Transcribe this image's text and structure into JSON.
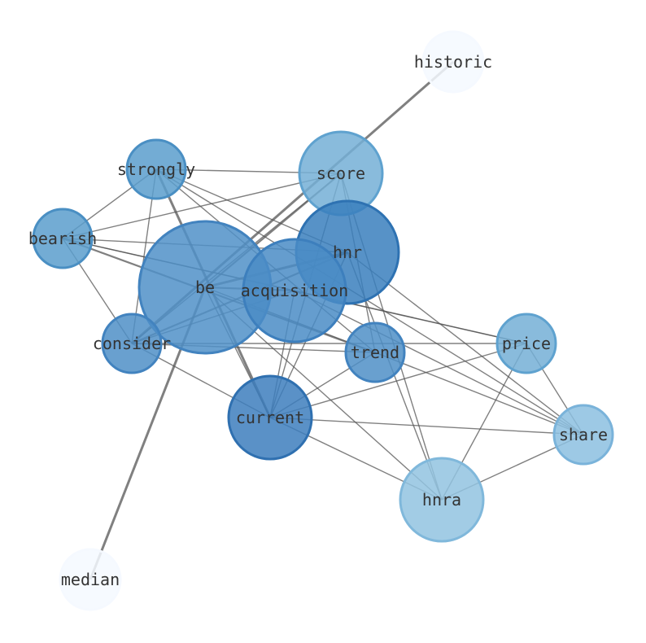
{
  "nodes": [
    {
      "id": "historic",
      "label": "historic",
      "color": "#f5f9ff",
      "ring": "#f5f9ff"
    },
    {
      "id": "strongly",
      "label": "strongly",
      "color": "#5b9dcc",
      "ring": "#4a8fc3"
    },
    {
      "id": "score",
      "label": "score",
      "color": "#74afd6",
      "ring": "#5fa2cf"
    },
    {
      "id": "bearish",
      "label": "bearish",
      "color": "#5b9dcc",
      "ring": "#4a8fc3"
    },
    {
      "id": "hnr",
      "label": "hnr",
      "color": "#3a7fbd",
      "ring": "#2e72b2"
    },
    {
      "id": "be",
      "label": "be",
      "color": "#5090c8",
      "ring": "#4283bf"
    },
    {
      "id": "acquisition",
      "label": "acquisition",
      "color": "#4a8cc6",
      "ring": "#3d7fbd"
    },
    {
      "id": "consider",
      "label": "consider",
      "color": "#4f8fc7",
      "ring": "#4283bf"
    },
    {
      "id": "trend",
      "label": "trend",
      "color": "#4f8fc7",
      "ring": "#4283bf"
    },
    {
      "id": "price",
      "label": "price",
      "color": "#74afd6",
      "ring": "#5fa2cf"
    },
    {
      "id": "current",
      "label": "current",
      "color": "#3d7ebd",
      "ring": "#2f70b0"
    },
    {
      "id": "share",
      "label": "share",
      "color": "#8cbfe0",
      "ring": "#7ab3da"
    },
    {
      "id": "hnra",
      "label": "hnra",
      "color": "#92c3e1",
      "ring": "#80b8db"
    },
    {
      "id": "median",
      "label": "median",
      "color": "#f5f9ff",
      "ring": "#f5f9ff"
    }
  ],
  "edges": [
    {
      "source": "historic",
      "target": "consider",
      "weight": "heavy"
    },
    {
      "source": "median",
      "target": "be",
      "weight": "heavy"
    },
    {
      "source": "strongly",
      "target": "score",
      "weight": "light"
    },
    {
      "source": "strongly",
      "target": "bearish",
      "weight": "light"
    },
    {
      "source": "strongly",
      "target": "hnr",
      "weight": "light"
    },
    {
      "source": "strongly",
      "target": "consider",
      "weight": "light"
    },
    {
      "source": "strongly",
      "target": "current",
      "weight": "heavy"
    },
    {
      "source": "strongly",
      "target": "trend",
      "weight": "light"
    },
    {
      "source": "strongly",
      "target": "share",
      "weight": "light"
    },
    {
      "source": "score",
      "target": "bearish",
      "weight": "light"
    },
    {
      "source": "score",
      "target": "be",
      "weight": "medium"
    },
    {
      "source": "score",
      "target": "consider",
      "weight": "light"
    },
    {
      "source": "score",
      "target": "current",
      "weight": "light"
    },
    {
      "source": "score",
      "target": "trend",
      "weight": "light"
    },
    {
      "source": "score",
      "target": "hnra",
      "weight": "light"
    },
    {
      "source": "bearish",
      "target": "hnr",
      "weight": "light"
    },
    {
      "source": "bearish",
      "target": "acquisition",
      "weight": "light"
    },
    {
      "source": "bearish",
      "target": "consider",
      "weight": "light"
    },
    {
      "source": "bearish",
      "target": "trend",
      "weight": "medium"
    },
    {
      "source": "bearish",
      "target": "price",
      "weight": "light"
    },
    {
      "source": "hnr",
      "target": "be",
      "weight": "heavy"
    },
    {
      "source": "hnr",
      "target": "consider",
      "weight": "medium"
    },
    {
      "source": "hnr",
      "target": "current",
      "weight": "light"
    },
    {
      "source": "hnr",
      "target": "hnra",
      "weight": "light"
    },
    {
      "source": "hnr",
      "target": "share",
      "weight": "light"
    },
    {
      "source": "be",
      "target": "acquisition",
      "weight": "medium"
    },
    {
      "source": "be",
      "target": "current",
      "weight": "light"
    },
    {
      "source": "be",
      "target": "trend",
      "weight": "light"
    },
    {
      "source": "be",
      "target": "hnra",
      "weight": "light"
    },
    {
      "source": "acquisition",
      "target": "consider",
      "weight": "light"
    },
    {
      "source": "acquisition",
      "target": "current",
      "weight": "light"
    },
    {
      "source": "acquisition",
      "target": "price",
      "weight": "light"
    },
    {
      "source": "acquisition",
      "target": "share",
      "weight": "light"
    },
    {
      "source": "consider",
      "target": "trend",
      "weight": "light"
    },
    {
      "source": "consider",
      "target": "price",
      "weight": "light"
    },
    {
      "source": "consider",
      "target": "current",
      "weight": "light"
    },
    {
      "source": "trend",
      "target": "current",
      "weight": "light"
    },
    {
      "source": "trend",
      "target": "share",
      "weight": "light"
    },
    {
      "source": "price",
      "target": "current",
      "weight": "light"
    },
    {
      "source": "price",
      "target": "share",
      "weight": "light"
    },
    {
      "source": "price",
      "target": "hnra",
      "weight": "light"
    },
    {
      "source": "current",
      "target": "share",
      "weight": "light"
    },
    {
      "source": "current",
      "target": "hnra",
      "weight": "light"
    },
    {
      "source": "share",
      "target": "hnra",
      "weight": "light"
    }
  ]
}
